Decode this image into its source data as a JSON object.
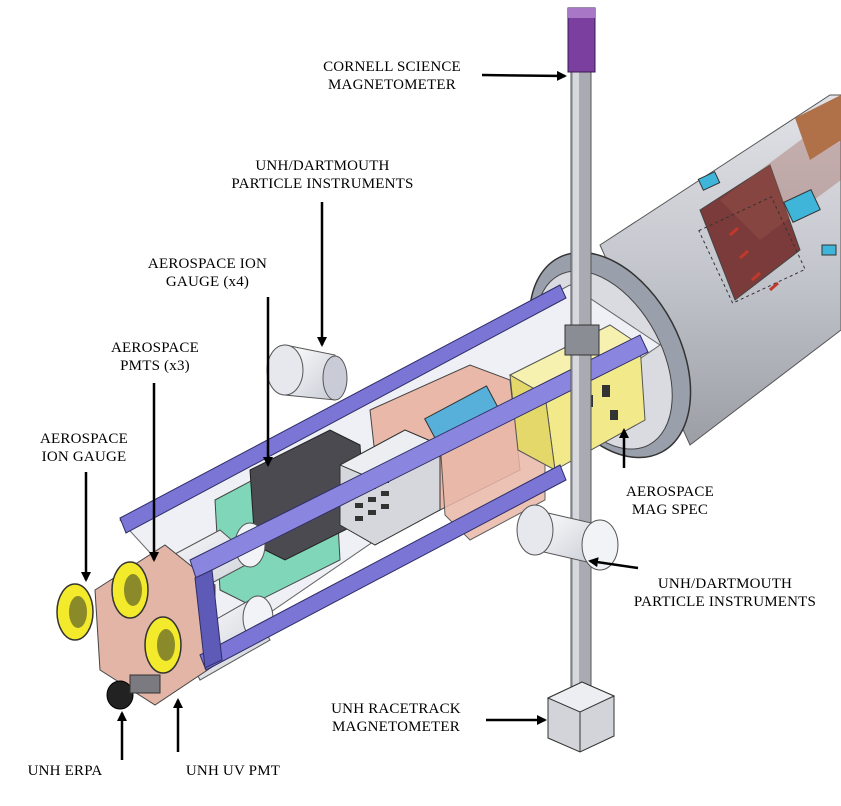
{
  "labels": {
    "cornell_mag": [
      "CORNELL SCIENCE",
      "MAGNETOMETER"
    ],
    "unh_particle_top": [
      "UNH/DARTMOUTH",
      "PARTICLE INSTRUMENTS"
    ],
    "aero_ion_gauge_x4": [
      "AEROSPACE ION",
      "GAUGE (x4)"
    ],
    "aero_pmts": [
      "AEROSPACE",
      "PMTS (x3)"
    ],
    "aero_ion_gauge": [
      "AEROSPACE",
      "ION GAUGE"
    ],
    "aero_mag_spec": [
      "AEROSPACE",
      "MAG SPEC"
    ],
    "unh_particle_bottom": [
      "UNH/DARTMOUTH",
      "PARTICLE INSTRUMENTS"
    ],
    "unh_racetrack": [
      "UNH RACETRACK",
      "MAGNETOMETER"
    ],
    "unh_erpa": [
      "UNH ERPA"
    ],
    "unh_uv_pmt": [
      "UNH UV PMT"
    ]
  },
  "colors": {
    "rail": "#7b76d6",
    "rocket_body": "#c9cbd3",
    "rocket_band": "#7c3b3b",
    "rocket_copper": "#b07048",
    "boom": "#a9abb3",
    "cornell_mag": "#7b3fa0",
    "mag_spec": "#f2e98a",
    "pmt_yellow": "#f2ea2a",
    "electronics_green": "#7fd6b8",
    "electronics_pink": "#e9b8a8"
  }
}
